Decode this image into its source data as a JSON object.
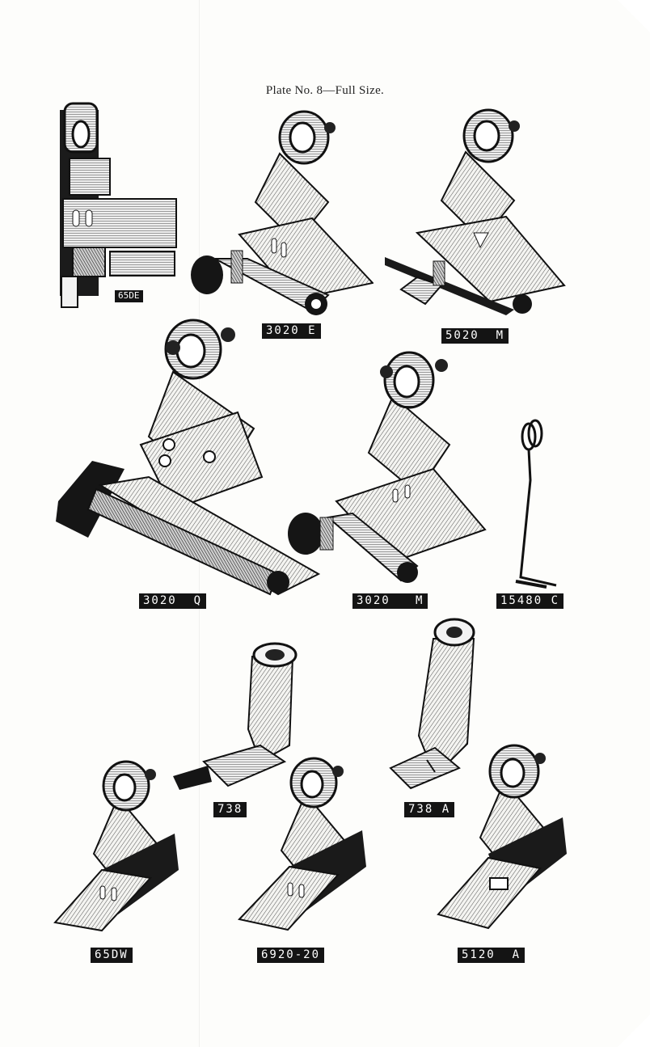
{
  "plate": {
    "title": "Plate No. 8—Full Size."
  },
  "parts": [
    {
      "code": "65DE"
    },
    {
      "code": "3020 E"
    },
    {
      "code": "5020  M"
    },
    {
      "code": "3020  Q"
    },
    {
      "code": "3020   M"
    },
    {
      "code": "15480 C"
    },
    {
      "code": "738"
    },
    {
      "code": "738 A"
    },
    {
      "code": "65DW"
    },
    {
      "code": "6920-20"
    },
    {
      "code": "5120  A"
    }
  ]
}
